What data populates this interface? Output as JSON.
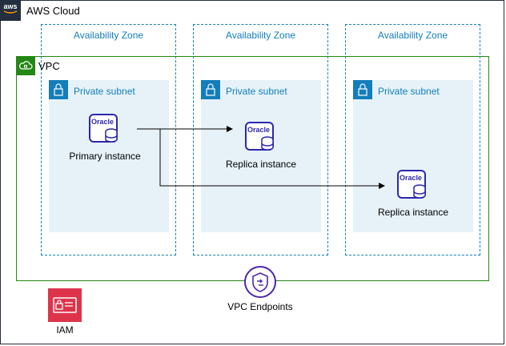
{
  "cloud": {
    "label": "AWS Cloud",
    "logo_text": "aws"
  },
  "availability_zones": [
    {
      "label": "Availability Zone"
    },
    {
      "label": "Availability Zone"
    },
    {
      "label": "Availability Zone"
    }
  ],
  "vpc": {
    "label": "VPC"
  },
  "subnets": [
    {
      "label": "Private subnet"
    },
    {
      "label": "Private subnet"
    },
    {
      "label": "Private subnet"
    }
  ],
  "instances": [
    {
      "label": "Primary instance",
      "logo_text": "Oracle"
    },
    {
      "label": "Replica instance",
      "logo_text": "Oracle"
    },
    {
      "label": "Replica instance",
      "logo_text": "Oracle"
    }
  ],
  "iam": {
    "label": "IAM"
  },
  "vpc_endpoints": {
    "label": "VPC Endpoints"
  },
  "colors": {
    "cloud_border": "#232f3e",
    "az_border": "#147eba",
    "vpc_border": "#248814",
    "subnet_fill": "#e6f2f8",
    "database_icon": "#2e27ad",
    "iam_fill": "#dd344c",
    "endpoint_icon": "#4d27aa"
  }
}
